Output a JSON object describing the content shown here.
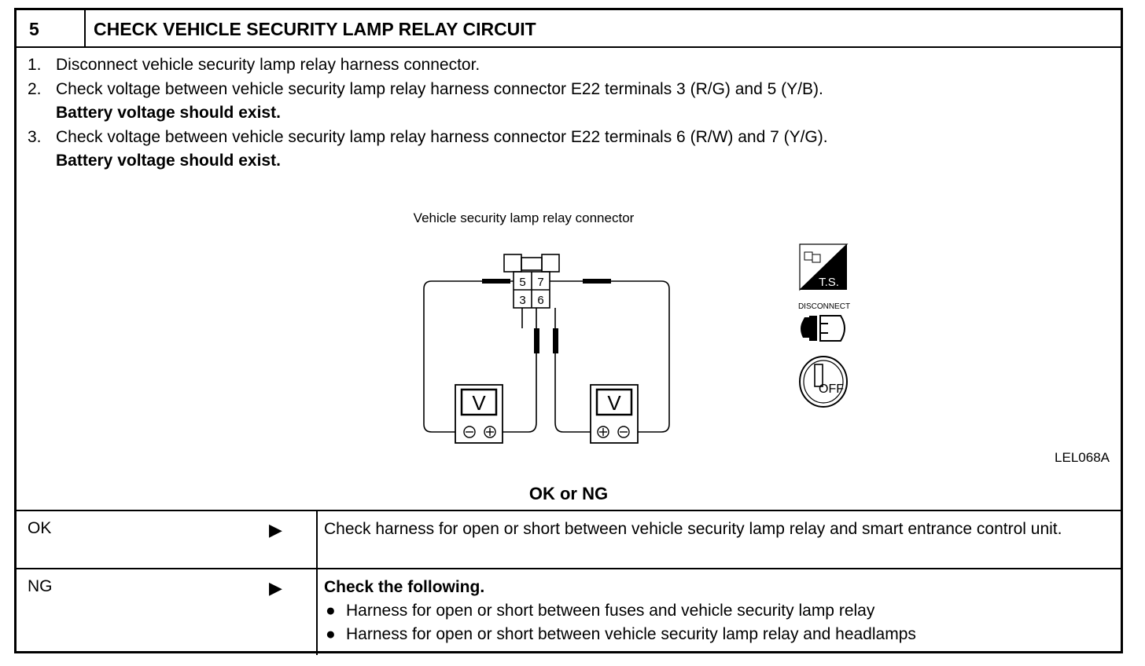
{
  "header": {
    "step_number": "5",
    "title": "CHECK VEHICLE SECURITY LAMP RELAY CIRCUIT"
  },
  "steps": [
    {
      "num": "1.",
      "text": "Disconnect vehicle security lamp relay harness connector.",
      "note": ""
    },
    {
      "num": "2.",
      "text": "Check voltage between vehicle security lamp relay harness connector E22 terminals 3 (R/G) and 5 (Y/B).",
      "note": "Battery voltage should exist."
    },
    {
      "num": "3.",
      "text": "Check voltage between vehicle security lamp relay harness connector E22 terminals 6 (R/W) and 7 (Y/G).",
      "note": "Battery voltage should exist."
    }
  ],
  "diagram": {
    "title": "Vehicle security lamp relay connector",
    "terminals": {
      "t5": "5",
      "t7": "7",
      "t3": "3",
      "t6": "6"
    },
    "meter_symbol": "V",
    "ts_label": "T.S.",
    "disconnect_label": "DISCONNECT",
    "off_label": "OFF",
    "figure_id": "LEL068A",
    "icons": [
      "terminal-set-icon",
      "connector-disconnect-icon",
      "ignition-off-icon",
      "voltmeter-icon"
    ]
  },
  "judgement": "OK or NG",
  "results": {
    "ok": {
      "label": "OK",
      "arrow": "▶",
      "text": "Check harness for open or short between vehicle security lamp relay and smart entrance control unit."
    },
    "ng": {
      "label": "NG",
      "arrow": "▶",
      "title": "Check the following.",
      "items": [
        "Harness for open or short between fuses and vehicle security lamp relay",
        "Harness for open or short between vehicle security lamp relay and headlamps"
      ]
    }
  }
}
